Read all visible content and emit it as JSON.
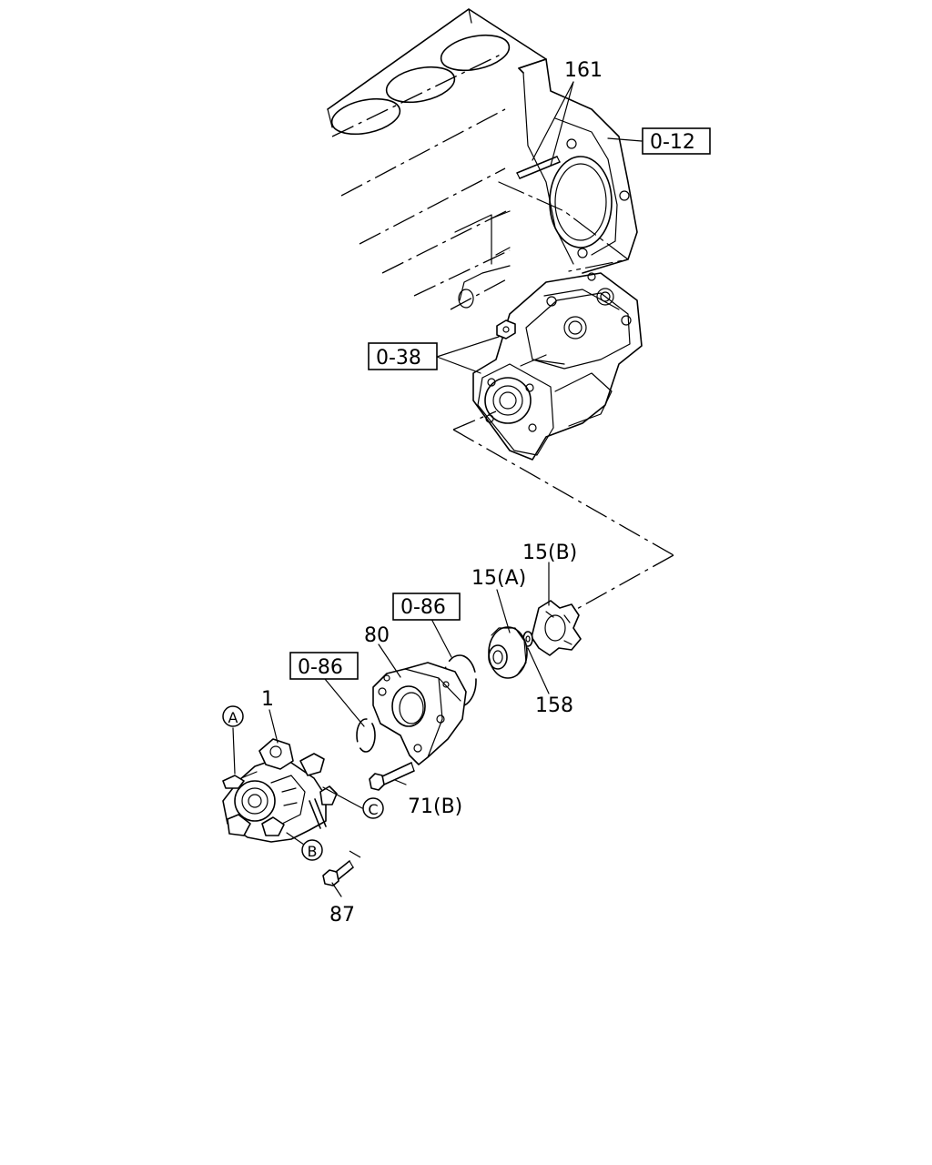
{
  "diagram": {
    "labels": {
      "p161": "161",
      "ref_0_12": "0-12",
      "ref_0_38": "0-38",
      "p15b": "15(B)",
      "p15a": "15(A)",
      "ref_0_86_top": "0-86",
      "p80": "80",
      "ref_0_86_left": "0-86",
      "p158": "158",
      "p1": "1",
      "circle_a": "A",
      "circle_c": "C",
      "circle_b": "B",
      "p71b": "71(B)",
      "p87": "87"
    }
  }
}
